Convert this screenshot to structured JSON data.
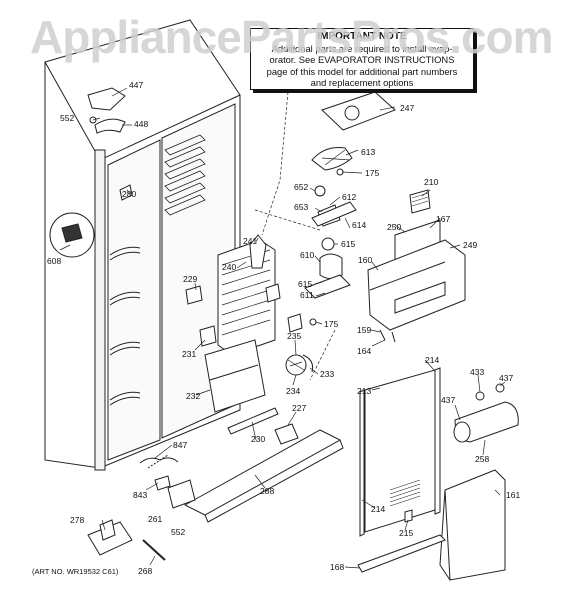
{
  "watermark": "AppliancePartsPros.com",
  "notice": {
    "title": "IMPORTANT NOTE",
    "lines": [
      "Additional parts are required to install evap-",
      "orator. See EVAPORATOR INSTRUCTIONS",
      "page of this model for additional part numbers",
      "and replacement options"
    ]
  },
  "art_number": "(ART NO. WR19532 C61)",
  "part_labels": [
    "447",
    "552",
    "448",
    "280",
    "608",
    "241",
    "240",
    "229",
    "231",
    "232",
    "230",
    "227",
    "847",
    "843",
    "261",
    "552",
    "288",
    "278",
    "268",
    "247",
    "613",
    "175",
    "652",
    "612",
    "653",
    "614",
    "615",
    "610",
    "615",
    "611",
    "175",
    "235",
    "233",
    "234",
    "210",
    "250",
    "167",
    "249",
    "160",
    "159",
    "164",
    "213",
    "214",
    "437",
    "433",
    "437",
    "258",
    "214",
    "215",
    "161",
    "168"
  ]
}
